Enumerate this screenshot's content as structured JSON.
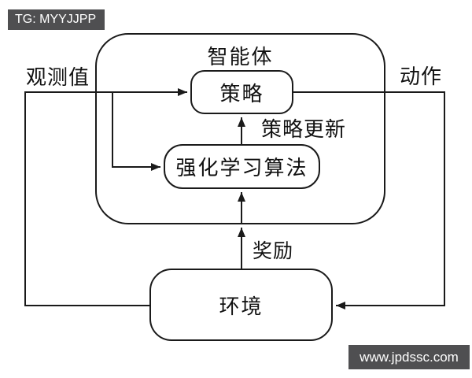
{
  "watermarks": {
    "top": "TG: MYYJJPP",
    "bottom": "www.jpdssc.com"
  },
  "diagram": {
    "nodes": [
      {
        "id": "agent",
        "label": "智能体"
      },
      {
        "id": "policy",
        "label": "策略"
      },
      {
        "id": "rl-algorithm",
        "label": "强化学习算法"
      },
      {
        "id": "environment",
        "label": "环境"
      }
    ],
    "edge_labels": [
      {
        "id": "observation",
        "label": "观测值"
      },
      {
        "id": "action",
        "label": "动作"
      },
      {
        "id": "policy-update",
        "label": "策略更新"
      },
      {
        "id": "reward",
        "label": "奖励"
      }
    ],
    "edges": [
      {
        "from": "environment",
        "to": "policy",
        "label": "观测值"
      },
      {
        "from": "environment",
        "to": "rl-algorithm",
        "label": "观测值"
      },
      {
        "from": "policy",
        "to": "environment",
        "label": "动作"
      },
      {
        "from": "rl-algorithm",
        "to": "policy",
        "label": "策略更新"
      },
      {
        "from": "environment",
        "to": "agent",
        "label": "奖励"
      },
      {
        "from": "agent-boundary",
        "to": "rl-algorithm",
        "label": "奖励"
      }
    ]
  },
  "colors": {
    "line": "#1a1a1a",
    "watermark_bg": "#4f4f51",
    "background": "#ffffff"
  }
}
